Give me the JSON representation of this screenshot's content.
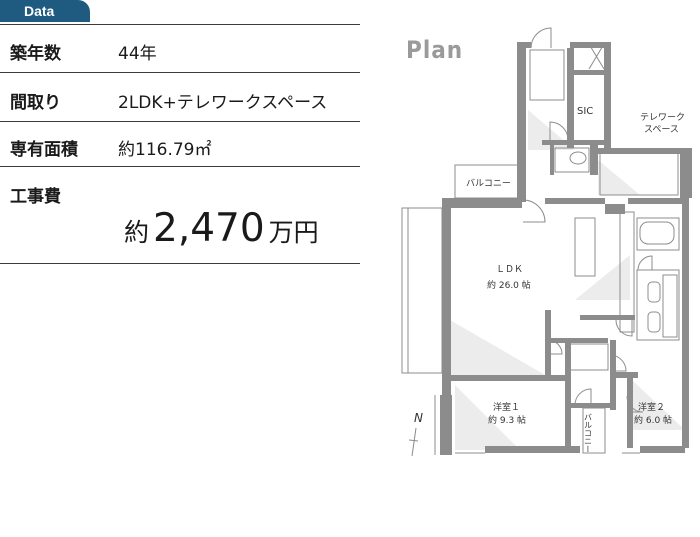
{
  "header": {
    "tab_label": "Data"
  },
  "rows": [
    {
      "label": "築年数",
      "value": "44年"
    },
    {
      "label": "間取り",
      "value": "2LDK+テレワークスペース"
    },
    {
      "label": "専有面積",
      "value": "約116.79㎡"
    }
  ],
  "cost": {
    "label": "工事費",
    "prefix": "約",
    "amount": "2,470",
    "suffix": "万円"
  },
  "plan": {
    "title": "Plan",
    "rooms": {
      "sic": "SIC",
      "telework_line1": "テレワーク",
      "telework_line2": "スペース",
      "balcony_top": "バルコニー",
      "ldk_name": "ＬＤＫ",
      "ldk_size": "約 26.0 帖",
      "room1_name": "洋室１",
      "room1_size": "約 9.3 帖",
      "room2_name": "洋室２",
      "room2_size": "約 6.0 帖",
      "balcony_bottom": "バルコニー"
    },
    "north_label": "N"
  },
  "colors": {
    "tab": "#1f5a80",
    "wall": "#8c8c8c",
    "floor_tint": "#ececec"
  }
}
